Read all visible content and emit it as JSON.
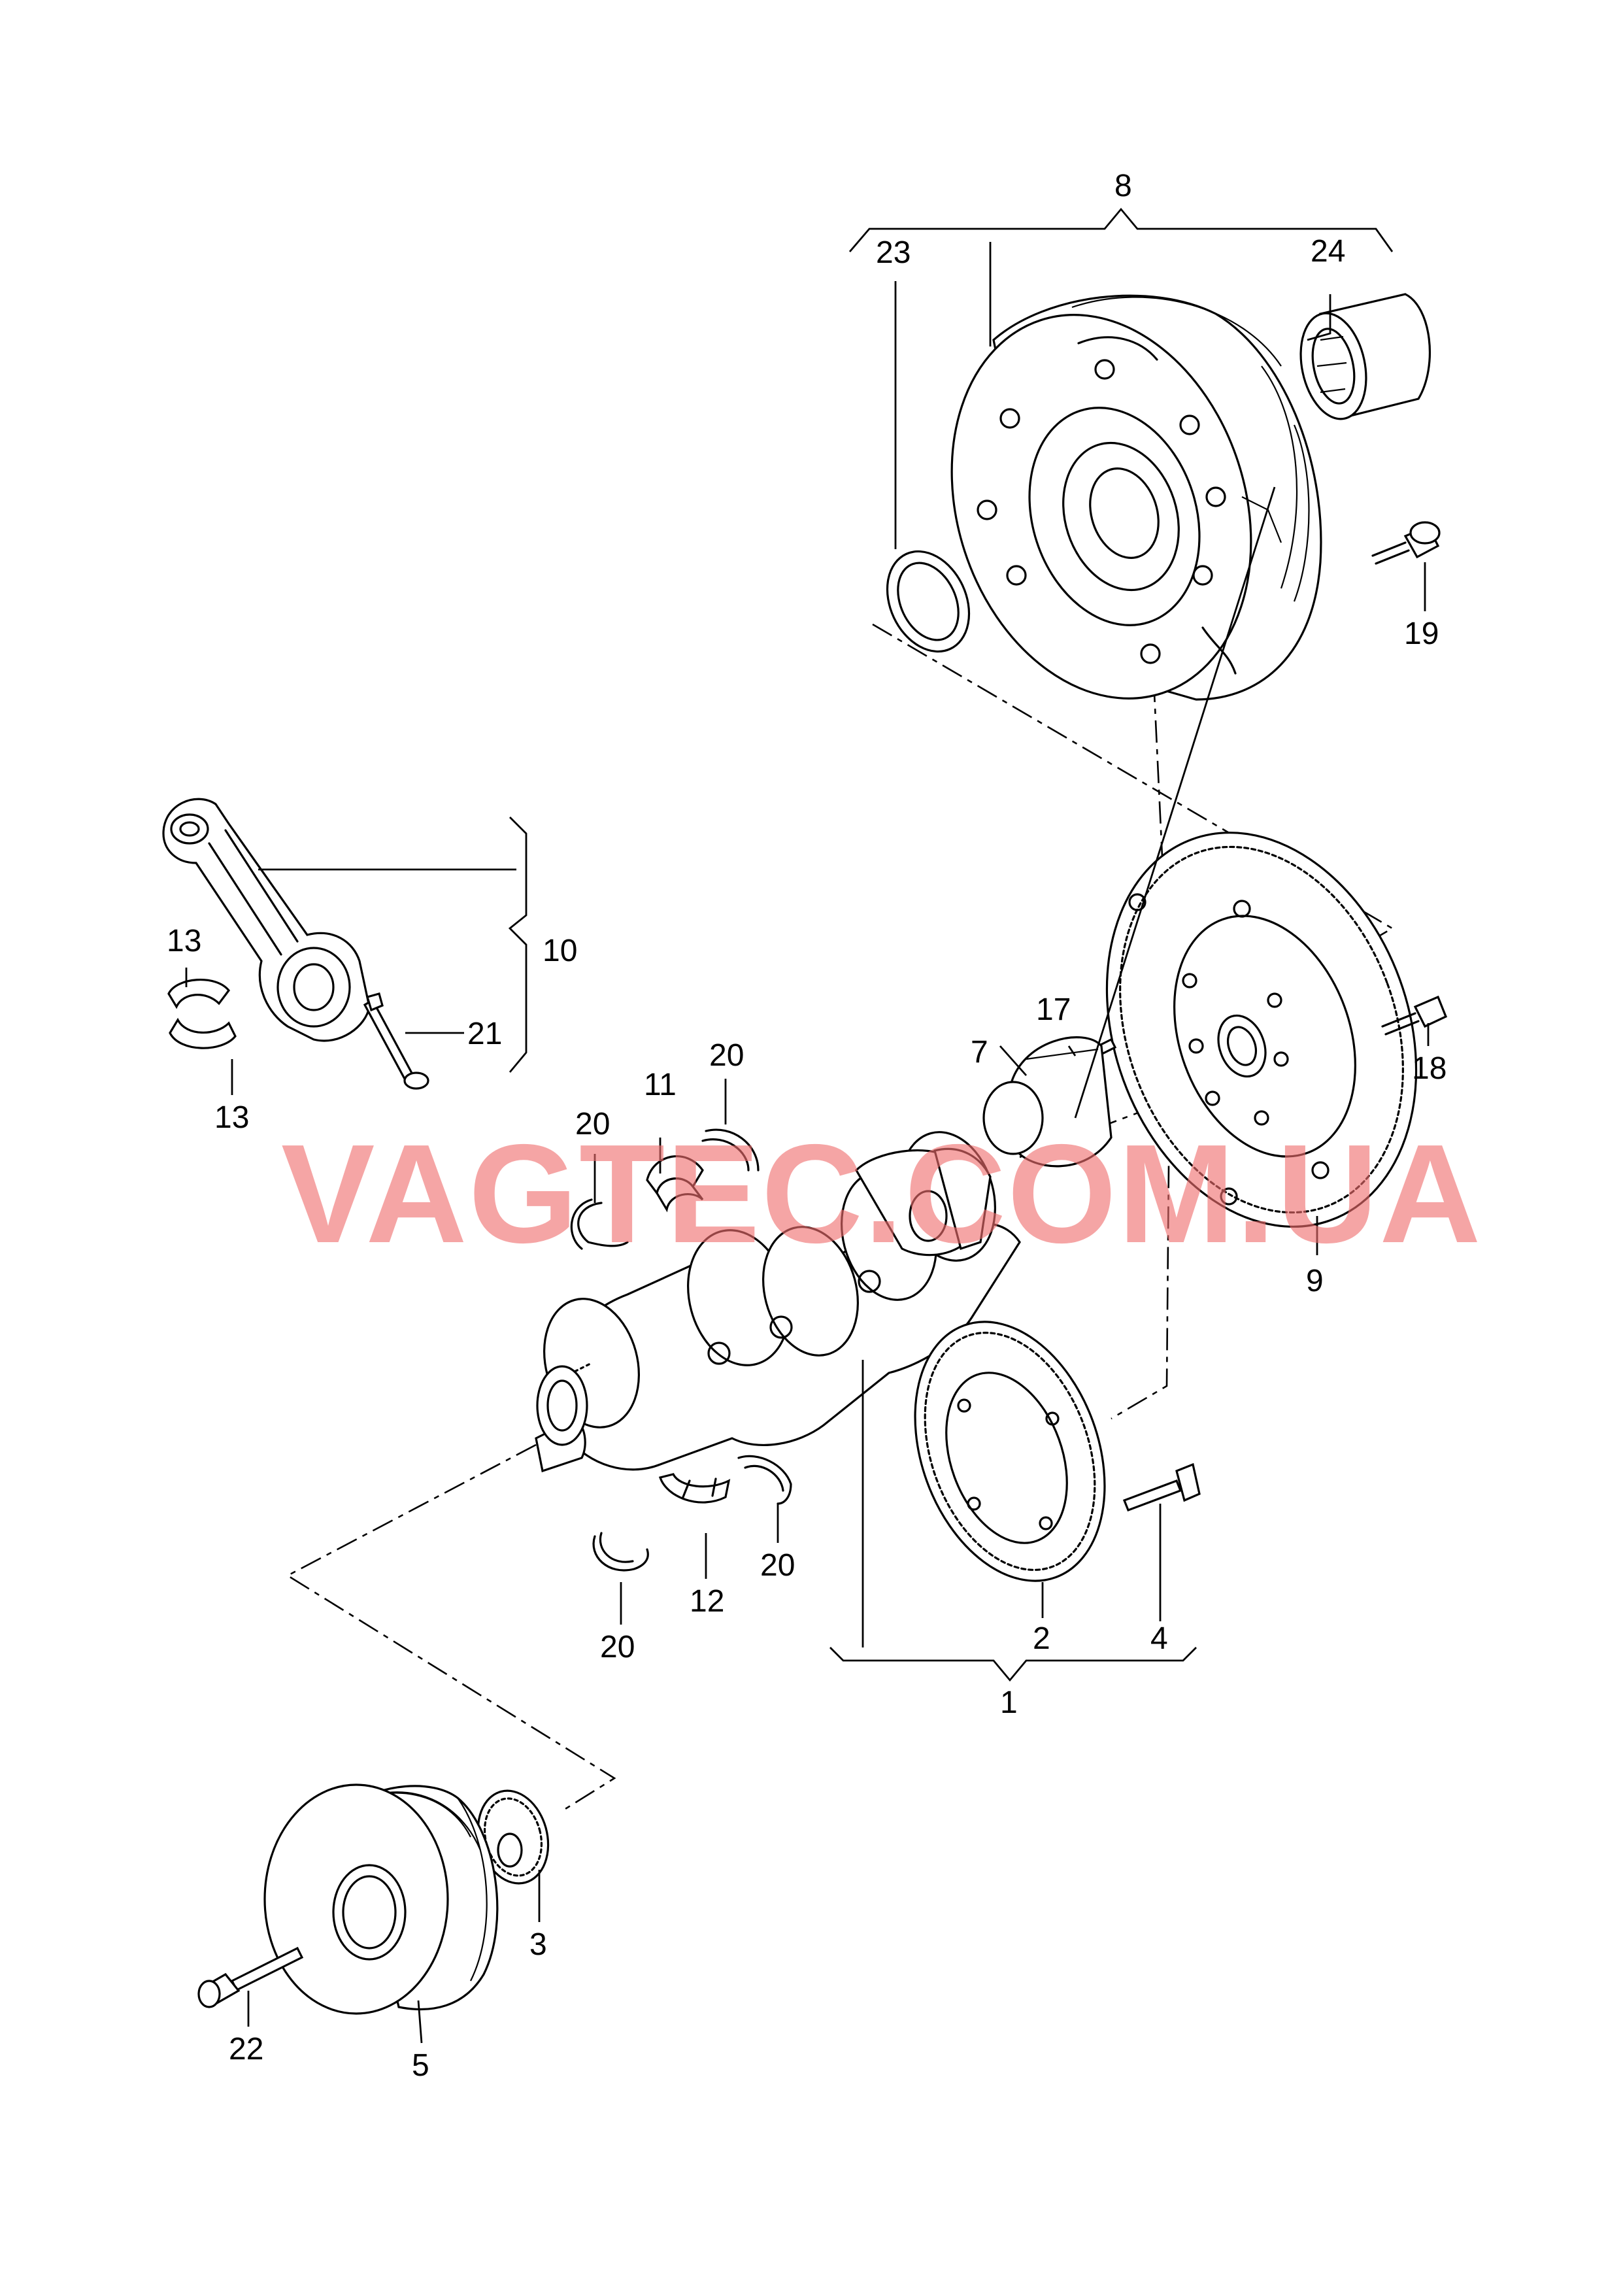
{
  "watermark": "VAGTEC.COM.UA",
  "colors": {
    "line": "#000000",
    "watermark": "#ef6d6d",
    "background": "#ffffff"
  },
  "callouts": {
    "c1": "1",
    "c2": "2",
    "c3": "3",
    "c4": "4",
    "c5": "5",
    "c7": "7",
    "c8": "8",
    "c9": "9",
    "c10": "10",
    "c11": "11",
    "c12": "12",
    "c13a": "13",
    "c13b": "13",
    "c17": "17",
    "c18": "18",
    "c19": "19",
    "c20a": "20",
    "c20b": "20",
    "c20c": "20",
    "c20d": "20",
    "c21": "21",
    "c22": "22",
    "c23": "23",
    "c24": "24"
  }
}
